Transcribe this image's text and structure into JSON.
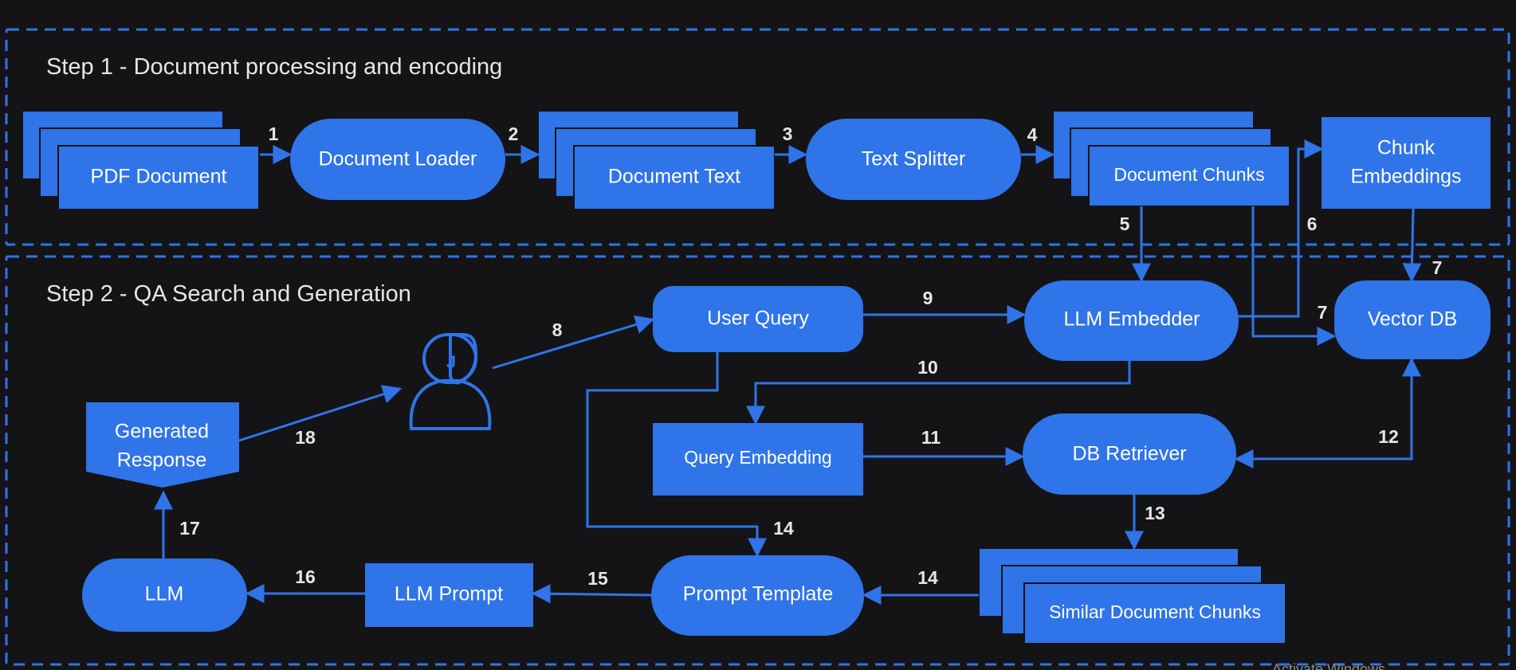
{
  "steps": {
    "step1_title": "Step 1 - Document processing and encoding",
    "step2_title": "Step 2 - QA Search and Generation"
  },
  "nodes": {
    "pdf_document": "PDF Document",
    "document_loader": "Document Loader",
    "document_text": "Document Text",
    "text_splitter": "Text Splitter",
    "document_chunks": "Document Chunks",
    "chunk_embeddings_line1": "Chunk",
    "chunk_embeddings_line2": "Embeddings",
    "user_query": "User Query",
    "llm_embedder": "LLM Embedder",
    "vector_db": "Vector DB",
    "query_embedding": "Query Embedding",
    "db_retriever": "DB Retriever",
    "similar_document_chunks": "Similar Document Chunks",
    "prompt_template": "Prompt Template",
    "llm_prompt": "LLM Prompt",
    "llm": "LLM",
    "generated_response_line1": "Generated",
    "generated_response_line2": "Response",
    "user_avatar_initial": "J"
  },
  "edge_labels": {
    "e1": "1",
    "e2": "2",
    "e3": "3",
    "e4": "4",
    "e5": "5",
    "e6": "6",
    "e7a": "7",
    "e7b": "7",
    "e8": "8",
    "e9": "9",
    "e10": "10",
    "e11": "11",
    "e12": "12",
    "e13": "13",
    "e14a": "14",
    "e14b": "14",
    "e15": "15",
    "e16": "16",
    "e17": "17",
    "e18": "18"
  },
  "watermark": "Activate Windows",
  "colors": {
    "accent": "#2f74e8",
    "background": "#141416",
    "text": "#ffffff"
  }
}
